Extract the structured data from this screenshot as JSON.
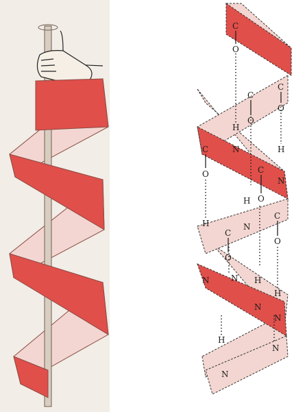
{
  "colors": {
    "ribbon_front": "#e04f4a",
    "ribbon_back": "#f3d6d1",
    "ribbon_edge": "#8a4a44",
    "rod": "#d9cdbf",
    "left_background": "#f2ede6",
    "ink": "#1c1c1c"
  },
  "helix_atoms": {
    "c1": "C",
    "o1": "O",
    "c2": "C",
    "o2": "O",
    "c3": "C",
    "o3": "O",
    "h1": "H",
    "h2": "H",
    "n1": "N",
    "c4": "C",
    "o4": "O",
    "n2": "N",
    "c5": "C",
    "o5": "O",
    "h3": "H",
    "n3": "N",
    "c6": "C",
    "o6": "O",
    "h4": "H",
    "n4": "N",
    "c7": "C",
    "o7": "O",
    "h5": "H",
    "h6": "H",
    "n5": "N",
    "n6": "N",
    "n7": "N",
    "h7": "H",
    "n8": "N",
    "n9": "N"
  }
}
